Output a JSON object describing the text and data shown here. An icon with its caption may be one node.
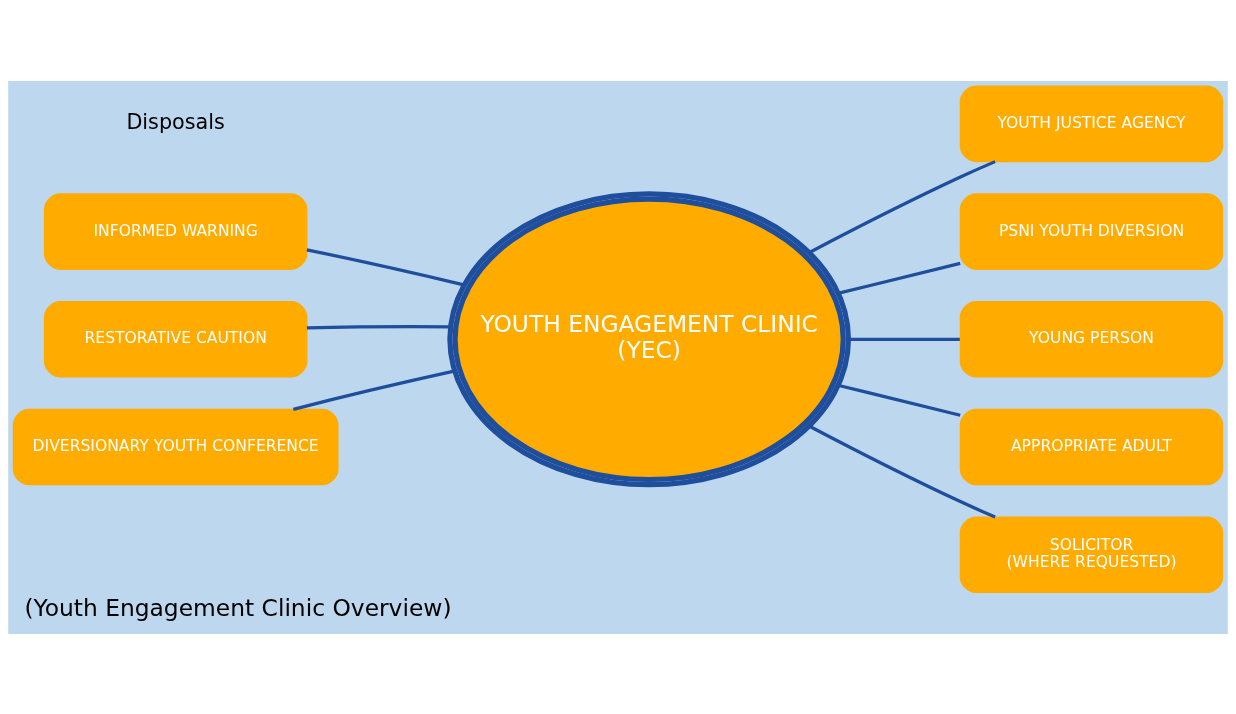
{
  "diagram": {
    "caption": "(Youth Engagement Clinic Overview)",
    "nodes": [
      {
        "text": [
          "YOUTH ENGAGEMENT CLINIC",
          "(YEC)"
        ]
      },
      {
        "text": [
          "YOUTH JUSTICE AGENCY"
        ]
      },
      {
        "text": [
          "PSNI YOUTH DIVERSION"
        ]
      },
      {
        "text": [
          "YOUNG PERSON"
        ]
      },
      {
        "text": [
          "APPROPRIATE ADULT"
        ]
      },
      {
        "text": [
          "SOLICITOR",
          "(WHERE REQUESTED)"
        ]
      },
      {
        "text": [
          "INFORMED WARNING"
        ]
      },
      {
        "text": [
          "RESTORATIVE CAUTION"
        ]
      },
      {
        "text": [
          "DIVERSIONARY YOUTH CONFERENCE"
        ]
      }
    ],
    "edges": [
      {
        "from": 0,
        "to": 1,
        "arrow": "none"
      },
      {
        "from": 0,
        "to": 2,
        "arrow": "none"
      },
      {
        "from": 0,
        "to": 3,
        "arrow": "none"
      },
      {
        "from": 0,
        "to": 4,
        "arrow": "none"
      },
      {
        "from": 0,
        "to": 5,
        "arrow": "none"
      },
      {
        "from": 0,
        "to": 6,
        "arrow": "none"
      },
      {
        "from": 0,
        "to": 7,
        "arrow": "none"
      },
      {
        "from": 0,
        "to": 8,
        "arrow": "none"
      }
    ],
    "labels": [
      "Disposals"
    ]
  }
}
